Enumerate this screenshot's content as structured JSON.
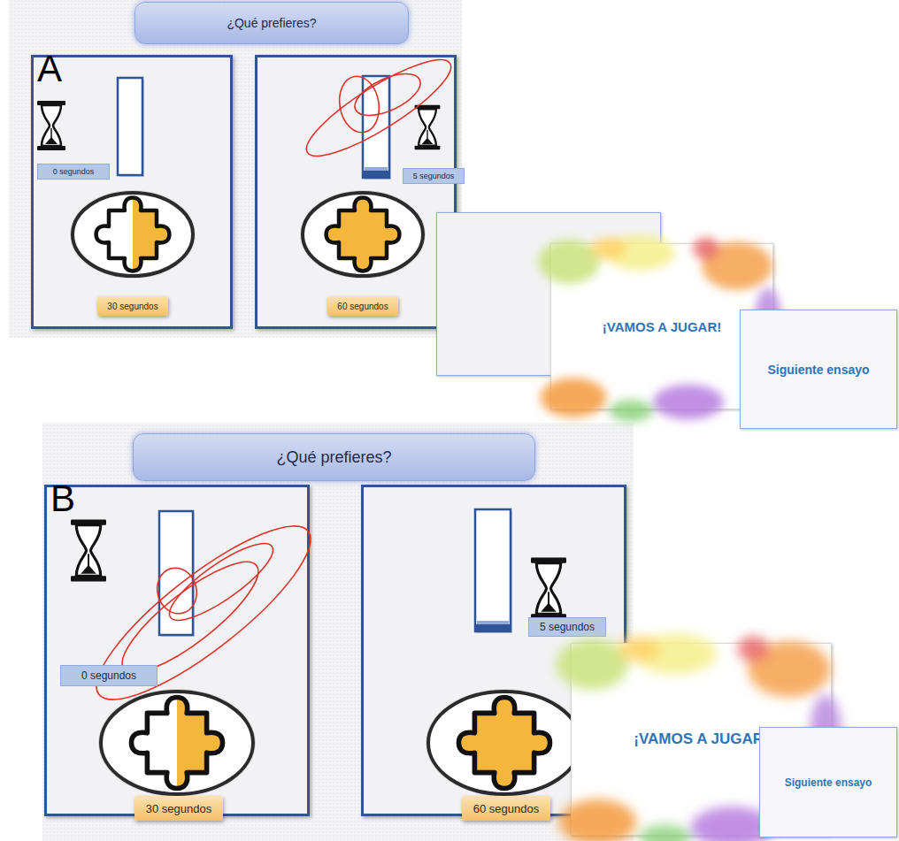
{
  "diagram": {
    "nodes": [
      {
        "text": [
          "¿Qué prefieres?"
        ]
      },
      {
        "text": [
          "A"
        ]
      },
      {
        "text": [
          "0 segundos"
        ],
        "in": 1
      },
      {
        "text": [
          "30 segundos"
        ],
        "in": 1
      },
      {
        "text": []
      },
      {
        "text": [
          "5 segundos"
        ],
        "in": 4
      },
      {
        "text": [
          "60 segundos"
        ],
        "in": 4
      },
      {
        "text": [
          "¡VAMOS A JUGAR!"
        ]
      },
      {
        "text": [
          "Siguiente ensayo"
        ]
      },
      {
        "text": [
          "¿Qué prefieres?"
        ]
      },
      {
        "text": [
          "B"
        ]
      },
      {
        "text": [
          "0 segundos"
        ],
        "in": 10
      },
      {
        "text": [
          "30 segundos"
        ],
        "in": 10
      },
      {
        "text": []
      },
      {
        "text": [
          "5 segundos"
        ],
        "in": 13
      },
      {
        "text": [
          "60 segundos"
        ],
        "in": 13
      },
      {
        "text": [
          "¡VAMOS A JUGAR!"
        ]
      },
      {
        "text": [
          "Siguiente ensayo"
        ]
      }
    ]
  }
}
